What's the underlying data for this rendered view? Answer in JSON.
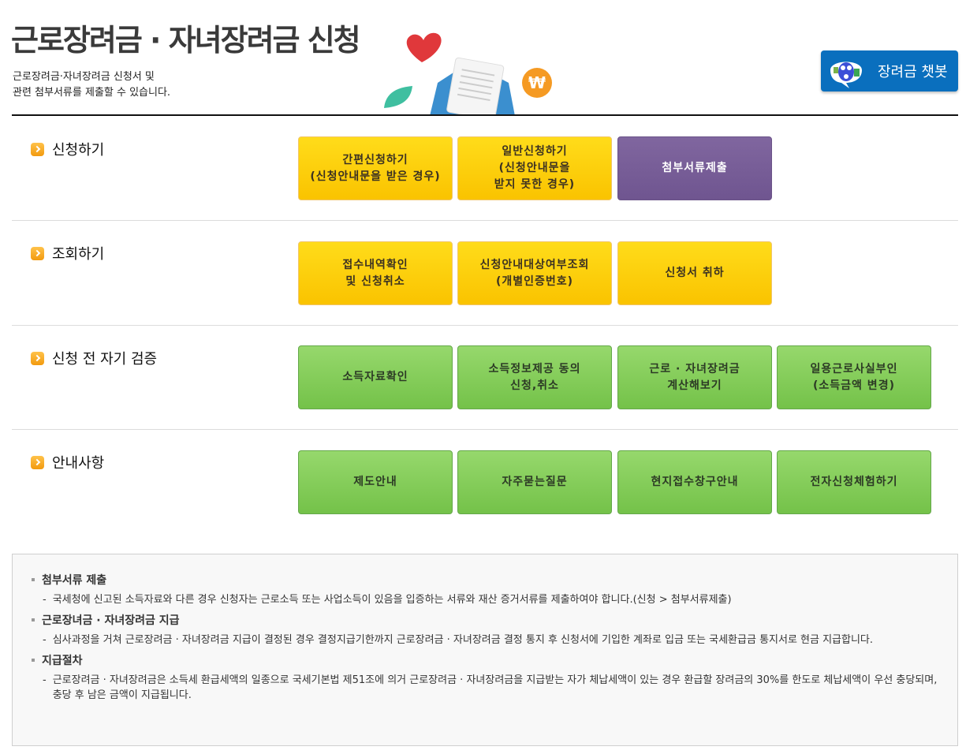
{
  "header": {
    "title": "근로장려금 · 자녀장려금 신청",
    "description_line1": "근로장려금·자녀장려금 신청서 및",
    "description_line2": "관련 첨부서류를 제출할 수 있습니다.",
    "chatbot_label": "장려금 챗봇"
  },
  "colors": {
    "yellow_button": "#fac300",
    "purple_button": "#765b96",
    "green_button": "#83cc59",
    "chatbot_blue": "#0a6fbe",
    "bullet_orange": "#f5a623"
  },
  "sections": [
    {
      "label": "신청하기",
      "buttons": [
        {
          "label": "간편신청하기\n(신청안내문을 받은 경우)",
          "style": "yellow"
        },
        {
          "label": "일반신청하기\n(신청안내문을\n받지 못한 경우)",
          "style": "yellow"
        },
        {
          "label": "첨부서류제출",
          "style": "purple"
        }
      ]
    },
    {
      "label": "조회하기",
      "buttons": [
        {
          "label": "접수내역확인\n및 신청취소",
          "style": "yellow"
        },
        {
          "label": "신청안내대상여부조회\n(개별인증번호)",
          "style": "yellow"
        },
        {
          "label": "신청서 취하",
          "style": "yellow"
        }
      ]
    },
    {
      "label": "신청 전 자기 검증",
      "buttons": [
        {
          "label": "소득자료확인",
          "style": "green"
        },
        {
          "label": "소득정보제공 동의\n신청,취소",
          "style": "green"
        },
        {
          "label": "근로 · 자녀장려금\n계산해보기",
          "style": "green"
        },
        {
          "label": "일용근로사실부인\n(소득금액 변경)",
          "style": "green"
        }
      ]
    },
    {
      "label": "안내사항",
      "buttons": [
        {
          "label": "제도안내",
          "style": "green"
        },
        {
          "label": "자주묻는질문",
          "style": "green"
        },
        {
          "label": "현지접수창구안내",
          "style": "green"
        },
        {
          "label": "전자신청체험하기",
          "style": "green"
        }
      ]
    }
  ],
  "info": [
    {
      "heading": "첨부서류 제출",
      "dash": "-",
      "body": "국세청에 신고된 소득자료와 다른 경우 신청자는 근로소득 또는 사업소득이 있음을 입증하는 서류와 재산 증거서류를 제출하여야 합니다.(신청 > 첨부서류제출)"
    },
    {
      "heading": "근로장녀금 · 자녀장려금 지급",
      "dash": "-",
      "body": "심사과정을 거쳐 근로장려금 · 자녀장려금 지급이 결정된 경우 결정지급기한까지 근로장려금 · 자녀장려금 결정 통지 후 신청서에 기입한 계좌로 입금 또는 국세환급금 통지서로 현금 지급합니다."
    },
    {
      "heading": "지급절차",
      "dash": "-",
      "body": "근로장려금 · 자녀장려금은 소득세 환급세액의 일종으로 국세기본법 제51조에 의거 근로장려금 · 자녀장려금을 지급받는 자가 체납세액이 있는 경우 환급할 장려금의 30%를 한도로 체납세액이 우선 충당되며, 충당 후 남은 금액이 지급됩니다."
    }
  ]
}
